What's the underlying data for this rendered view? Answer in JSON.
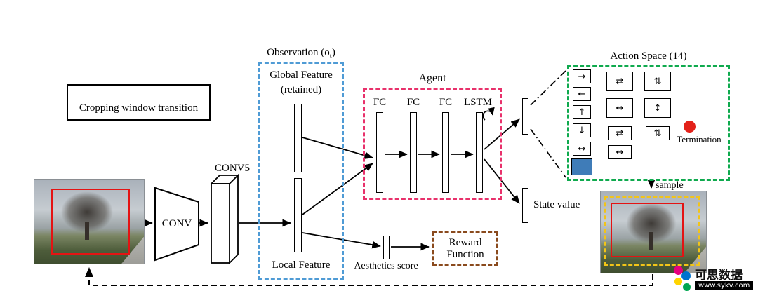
{
  "figure": {
    "legend": {
      "label": "Cropping window transition"
    },
    "conv_label": "CONV",
    "conv5_label": "CONV5",
    "observation": {
      "title_prefix": "Observation (o",
      "title_sub": "t",
      "title_suffix": ")",
      "global_feature_line1": "Global Feature",
      "global_feature_line2": "(retained)",
      "local_feature": "Local Feature"
    },
    "agent": {
      "title": "Agent",
      "layers": [
        "FC",
        "FC",
        "FC",
        "LSTM"
      ]
    },
    "action_space": {
      "title": "Action Space (14)",
      "termination_label": "Termination",
      "sample_label": "sample",
      "icons": [
        "→",
        "←",
        "↑",
        "↓",
        "↔",
        "⇄",
        "⇅",
        "↔",
        "↕",
        "⇄",
        "⇅",
        "↔"
      ]
    },
    "state_value_label": "State value",
    "aesthetics_label": "Aesthetics score",
    "reward": {
      "line1": "Reward",
      "line2": "Function"
    }
  },
  "watermark": {
    "brand": "可思数据",
    "url": "www.sykv.com"
  },
  "colors": {
    "observation_border": "#4f9bd5",
    "agent_border": "#e8316b",
    "action_border": "#0faa4e",
    "reward_border": "#8a4a1d",
    "crop_red": "#e41313",
    "crop_yellow": "#f2c418",
    "termination_red": "#e32119",
    "selected_action_blue": "#3f7cb8"
  }
}
